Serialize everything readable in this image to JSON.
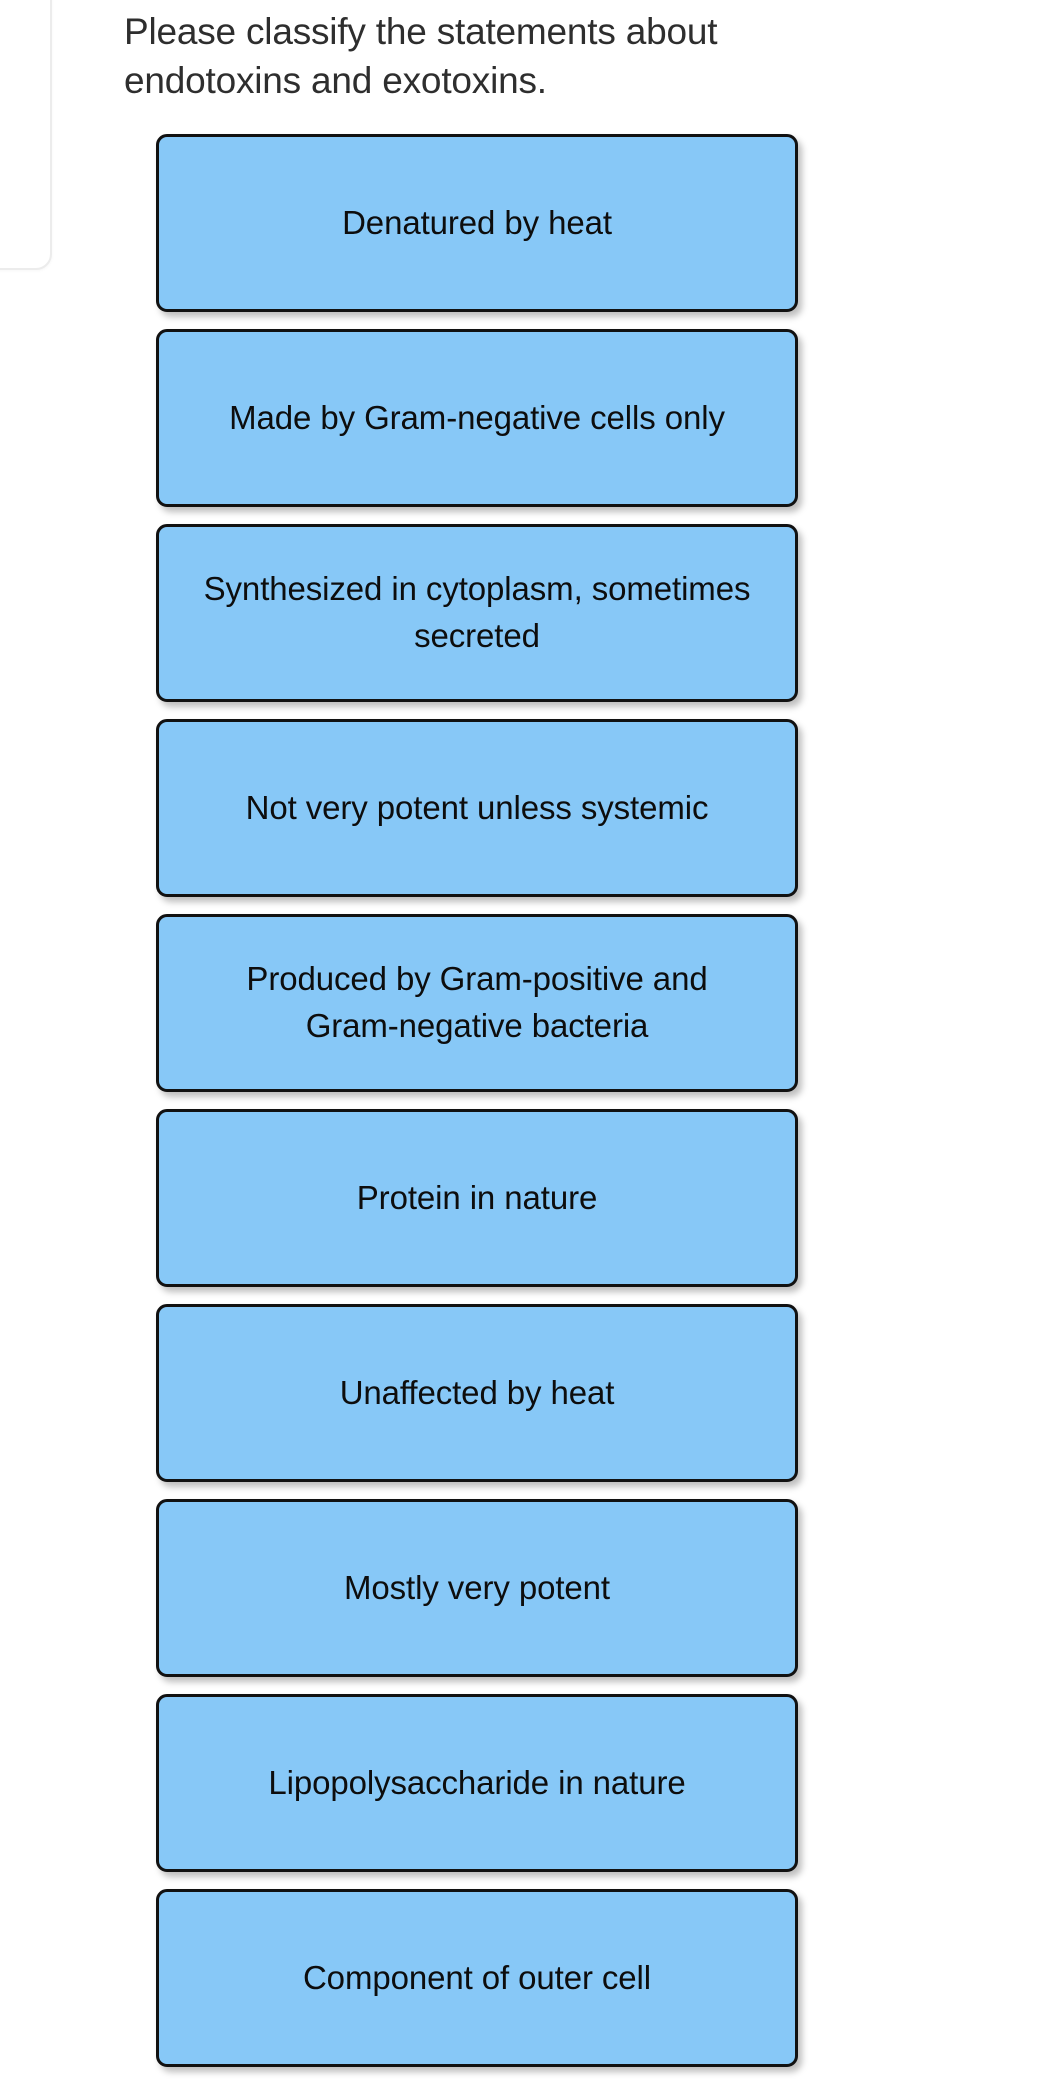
{
  "colors": {
    "tile_fill": "#87c8f7",
    "tile_border": "#111111",
    "prompt_text": "#2e2e2e",
    "tile_text": "#0d0d0d",
    "page_background": "#ffffff",
    "card_border": "#ececec"
  },
  "prompt": {
    "text": "Please classify the statements about endotoxins and exotoxins."
  },
  "tiles": [
    {
      "label": "Denatured by heat"
    },
    {
      "label": "Made by Gram-negative cells only"
    },
    {
      "label": "Synthesized in cytoplasm, sometimes secreted"
    },
    {
      "label": "Not very potent unless systemic"
    },
    {
      "label": "Produced by Gram-positive and Gram-negative bacteria"
    },
    {
      "label": "Protein in nature"
    },
    {
      "label": "Unaffected by heat"
    },
    {
      "label": "Mostly very potent"
    },
    {
      "label": "Lipopolysaccharide in nature"
    },
    {
      "label": "Component of outer cell"
    }
  ]
}
